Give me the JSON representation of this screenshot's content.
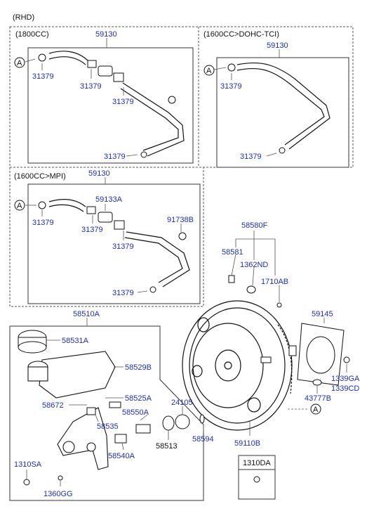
{
  "header": {
    "rhd": "(RHD)"
  },
  "sections": {
    "s1800": {
      "title": "(1800CC)",
      "hose": "59130",
      "clip_a": "31379",
      "clip_b": "31379",
      "clip_c": "31379",
      "clip_d": "31379",
      "ref": "A"
    },
    "s1600tci": {
      "title": "(1600CC>DOHC-TCI)",
      "hose": "59130",
      "clip_a": "31379",
      "clip_b": "31379",
      "ref": "A"
    },
    "s1600mpi": {
      "title": "(1600CC>MPI)",
      "hose": "59130",
      "sub_hose": "59133A",
      "bracket": "91738B",
      "clip_a": "31379",
      "clip_b": "31379",
      "clip_c": "31379",
      "clip_d": "31379",
      "ref": "A"
    }
  },
  "booster": {
    "assembly": "58580F",
    "pin": "58581",
    "nut": "1362ND",
    "bolt": "1710AB",
    "gasket": "59145",
    "nut2": "1339GA",
    "nut3": "1339CD",
    "clevis": "43777B",
    "body": "59110B",
    "ref": "A"
  },
  "master": {
    "assembly": "58510A",
    "cap": "58531A",
    "reservoir": "58529B",
    "grommet": "58525A",
    "seal": "58672",
    "pipe": "58550A",
    "plug": "58535",
    "union": "58540A",
    "oring": "24105",
    "seal2": "58513",
    "packing": "58594",
    "nut": "1310SA",
    "washer": "1360GG"
  },
  "callout": {
    "title": "1310DA"
  }
}
